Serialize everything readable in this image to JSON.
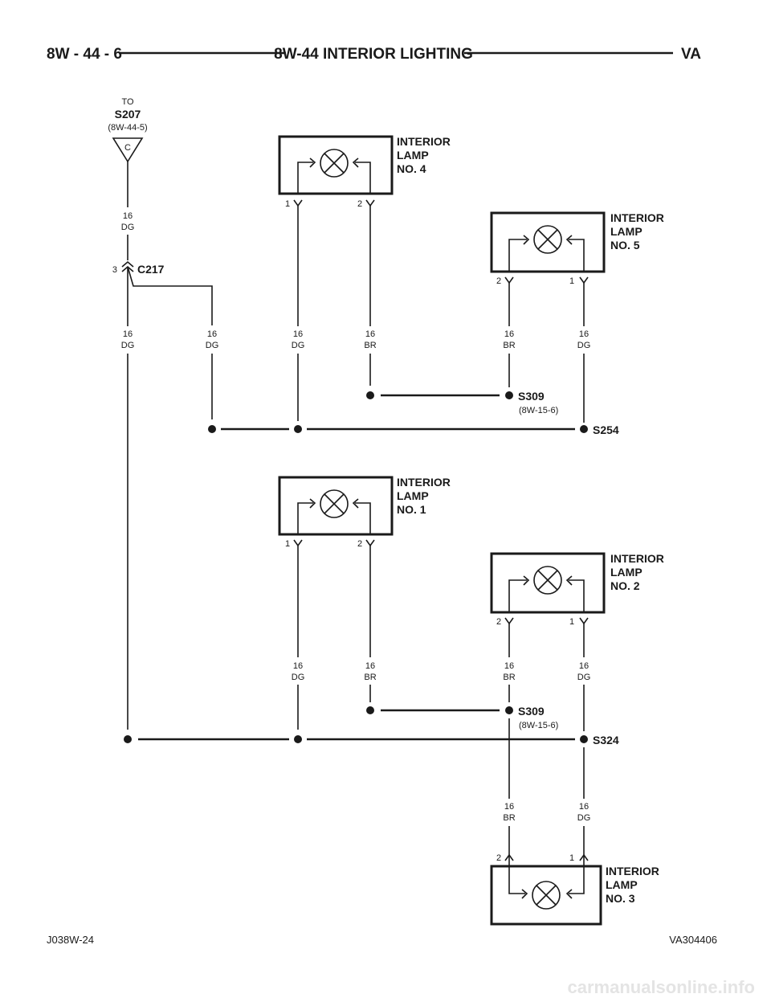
{
  "header": {
    "left": "8W - 44 - 6",
    "title": "8W-44 INTERIOR LIGHTING",
    "right": "VA"
  },
  "footer": {
    "left": "J038W-24",
    "right": "VA304406"
  },
  "watermark": "carmanualsonline.info",
  "source": {
    "to": "TO",
    "splice": "S207",
    "ref": "(8W-44-5)",
    "cavity": "C"
  },
  "connector": {
    "name": "C217",
    "pin": "3"
  },
  "lamps": {
    "no4": {
      "l1": "INTERIOR",
      "l2": "LAMP",
      "l3": "NO. 4",
      "pinA": "1",
      "pinB": "2"
    },
    "no5": {
      "l1": "INTERIOR",
      "l2": "LAMP",
      "l3": "NO. 5",
      "pinA": "2",
      "pinB": "1"
    },
    "no1": {
      "l1": "INTERIOR",
      "l2": "LAMP",
      "l3": "NO. 1",
      "pinA": "1",
      "pinB": "2"
    },
    "no2": {
      "l1": "INTERIOR",
      "l2": "LAMP",
      "l3": "NO. 2",
      "pinA": "2",
      "pinB": "1"
    },
    "no3": {
      "l1": "INTERIOR",
      "l2": "LAMP",
      "l3": "NO. 3",
      "pinA": "2",
      "pinB": "1"
    }
  },
  "wires": {
    "gauge": "16",
    "dg": "DG",
    "br": "BR"
  },
  "splices": {
    "s309": "S309",
    "s309_ref": "(8W-15-6)",
    "s254": "S254",
    "s324": "S324"
  }
}
